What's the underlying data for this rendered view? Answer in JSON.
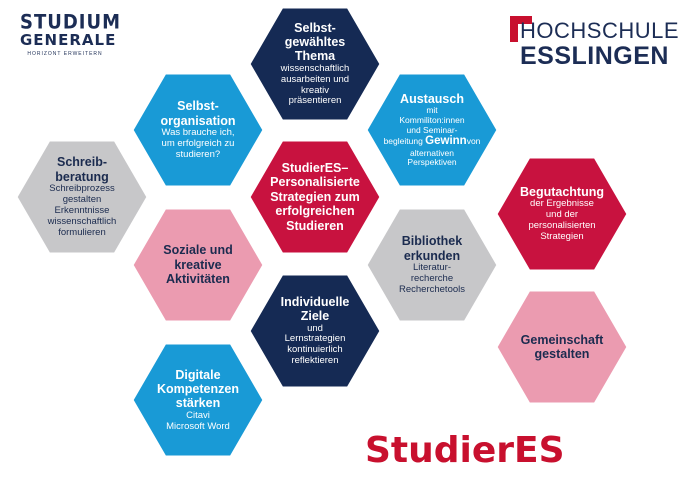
{
  "logos": {
    "left": {
      "line1": "STUDIUM",
      "line2": "GENERALE",
      "line3": "HORIZONT ERWEITERN"
    },
    "right": {
      "line1": "HOCHSCHULE",
      "line2": "ESSLINGEN"
    }
  },
  "brand_title": "StudierES",
  "colors": {
    "dark_navy": "#152a54",
    "sky_blue": "#199ad6",
    "crimson": "#c8123f",
    "light_pink": "#eb9bb0",
    "light_gray": "#c7c7c9",
    "dark_text": "#1b2b4f"
  },
  "hexes": [
    {
      "id": "thema",
      "fill": "dark_navy",
      "text": "light",
      "title": "Selbst-\ngewähltes\nThema",
      "body": "wissenschaftlich\nausarbeiten und\nkreativ\npräsentieren"
    },
    {
      "id": "selbstorganisation",
      "fill": "sky_blue",
      "text": "light",
      "title": "Selbst-\norganisation",
      "body": "Was brauche ich,\num erfolgreich zu\nstudieren?"
    },
    {
      "id": "austausch",
      "fill": "sky_blue",
      "text": "light",
      "title": "Austausch",
      "body_parts": [
        "mit\nKommiliton:innen\nund Seminar-\nbegleitung ",
        "Gewinn",
        "von\nalternativen\nPerspektiven"
      ]
    },
    {
      "id": "schreibberatung",
      "fill": "light_gray",
      "text": "dark",
      "title": "Schreib-\nberatung",
      "body": "Schreibprozess\ngestalten\nErkenntnisse\nwissenschaftlich\nformulieren"
    },
    {
      "id": "center",
      "fill": "crimson",
      "text": "light",
      "title": "StudierES–\nPersonalisierte\nStrategien zum\nerfolgreichen\nStudieren",
      "body": ""
    },
    {
      "id": "begutachtung",
      "fill": "crimson",
      "text": "light",
      "title": "Begutachtung",
      "body": "der Ergebnisse\nund der\npersonalisierten\nStrategien"
    },
    {
      "id": "soziale",
      "fill": "light_pink",
      "text": "dark",
      "title": "Soziale und\nkreative\nAktivitäten",
      "body": ""
    },
    {
      "id": "bibliothek",
      "fill": "light_gray",
      "text": "dark",
      "title": "Bibliothek\nerkunden",
      "body": "Literatur-\nrecherche\nRecherchetools"
    },
    {
      "id": "ziele",
      "fill": "dark_navy",
      "text": "light",
      "title": "Individuelle\nZiele",
      "body": "und\nLernstrategien\nkontinuierlich\nreflektieren"
    },
    {
      "id": "gemeinschaft",
      "fill": "light_pink",
      "text": "dark",
      "title": "Gemeinschaft\ngestalten",
      "body": ""
    },
    {
      "id": "digital",
      "fill": "sky_blue",
      "text": "light",
      "title": "Digitale\nKompetenzen\nstärken",
      "body": "Citavi\nMicrosoft Word"
    }
  ]
}
